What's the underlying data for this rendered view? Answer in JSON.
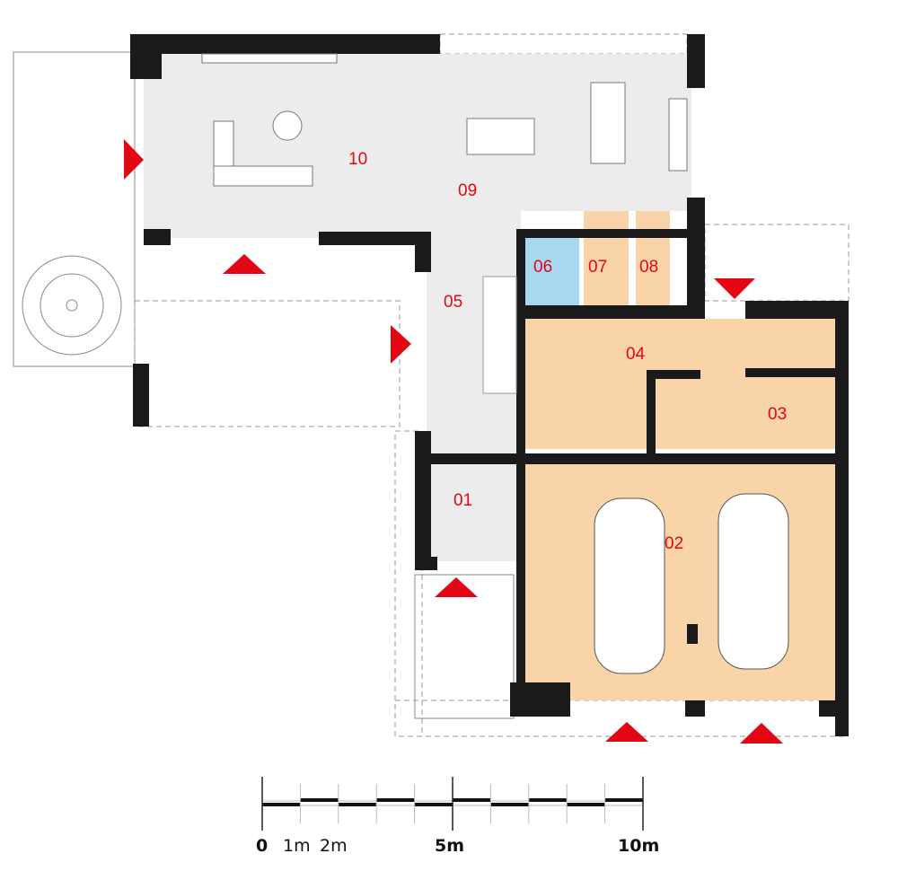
{
  "colors": {
    "label": "#e30613",
    "living_floor": "#ececec",
    "service_floor": "#f9d4a9",
    "bathroom_floor": "#a8d8f0",
    "wall": "#1a1a1a"
  },
  "rooms": [
    {
      "id": "01"
    },
    {
      "id": "02"
    },
    {
      "id": "03"
    },
    {
      "id": "04"
    },
    {
      "id": "05"
    },
    {
      "id": "06"
    },
    {
      "id": "07"
    },
    {
      "id": "08"
    },
    {
      "id": "09"
    },
    {
      "id": "10"
    }
  ],
  "scale_bar": {
    "labels": [
      "0",
      "1m",
      "2m",
      "5m",
      "10m"
    ],
    "total_m": 10
  }
}
